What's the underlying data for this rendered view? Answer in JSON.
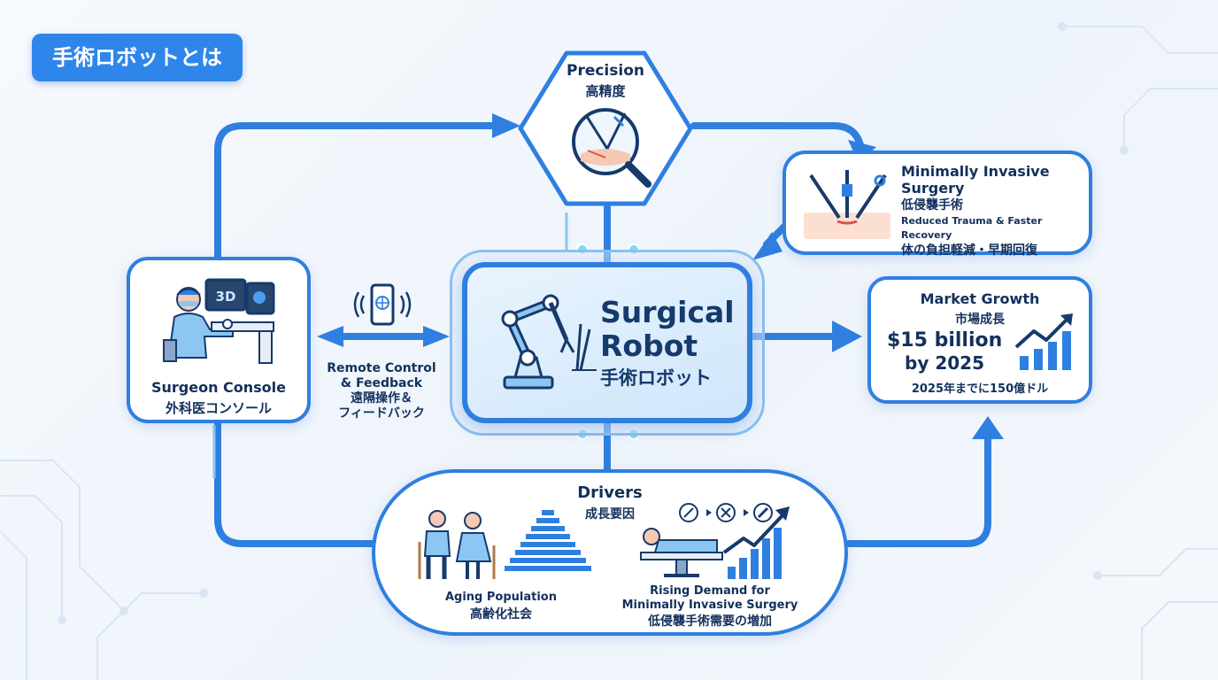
{
  "header": {
    "title": "手術ロボットとは"
  },
  "center": {
    "en_line1": "Surgical",
    "en_line2": "Robot",
    "ja": "手術ロボット"
  },
  "precision": {
    "en": "Precision",
    "ja": "高精度"
  },
  "minimally_invasive": {
    "en_line1": "Minimally Invasive",
    "en_line2": "Surgery",
    "ja": "低侵襲手術",
    "sub_en": "Reduced Trauma & Faster Recovery",
    "sub_ja": "体の負担軽減・早期回復"
  },
  "surgeon_console": {
    "en": "Surgeon Console",
    "ja": "外科医コンソール",
    "screen_label": "3D"
  },
  "remote_control": {
    "en_line1": "Remote Control",
    "en_line2": "& Feedback",
    "ja_line1": "遠隔操作＆",
    "ja_line2": "フィードバック"
  },
  "market_growth": {
    "en": "Market Growth",
    "ja": "市場成長",
    "value_line1": "$15 billion",
    "value_line2": "by 2025",
    "ja_sub": "2025年までに150億ドル"
  },
  "drivers": {
    "en": "Drivers",
    "ja": "成長要因",
    "aging": {
      "en": "Aging Population",
      "ja": "高齢化社会"
    },
    "demand": {
      "en_line1": "Rising Demand for",
      "en_line2": "Minimally Invasive Surgery",
      "ja": "低侵襲手術需要の増加"
    }
  },
  "colors": {
    "primary": "#2f7fe0",
    "badge": "#2f86ea",
    "text": "#13305c",
    "light_blue": "#8cc0f2"
  },
  "icons": [
    "robot-arm-icon",
    "magnifier-scalpel-icon",
    "surgical-tools-icon",
    "surgeon-console-icon",
    "smartphone-wireless-icon",
    "growth-chart-icon",
    "elderly-couple-icon",
    "population-pyramid-icon",
    "patient-bed-icon",
    "rising-bars-icon"
  ]
}
